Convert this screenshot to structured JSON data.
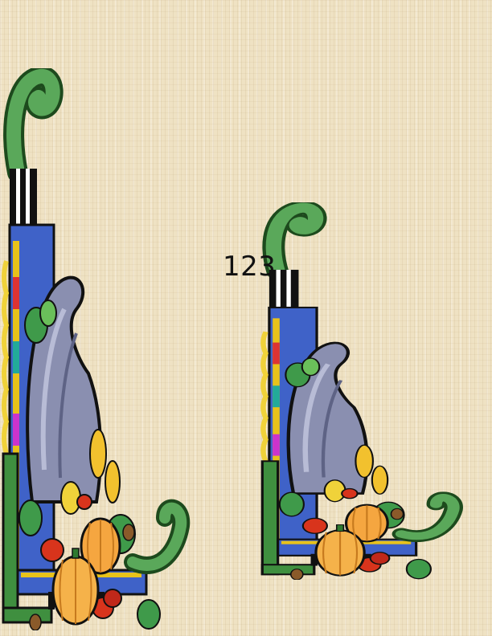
{
  "page": {
    "number_label": "123",
    "background_color": "#efe2c3"
  },
  "decorations": [
    {
      "name": "cornucopia-corner-large",
      "icon": "cornucopia-harvest-corner"
    },
    {
      "name": "cornucopia-corner-small",
      "icon": "cornucopia-harvest-corner"
    }
  ],
  "palette": {
    "curl_green": "#5aa85a",
    "border_blue": "#3f62c8",
    "horn_gray": "#8a8fb0",
    "pumpkin": "#f5a640",
    "tomato": "#d8341c",
    "corn": "#f2c12e",
    "leaf": "#3f9a4a"
  }
}
